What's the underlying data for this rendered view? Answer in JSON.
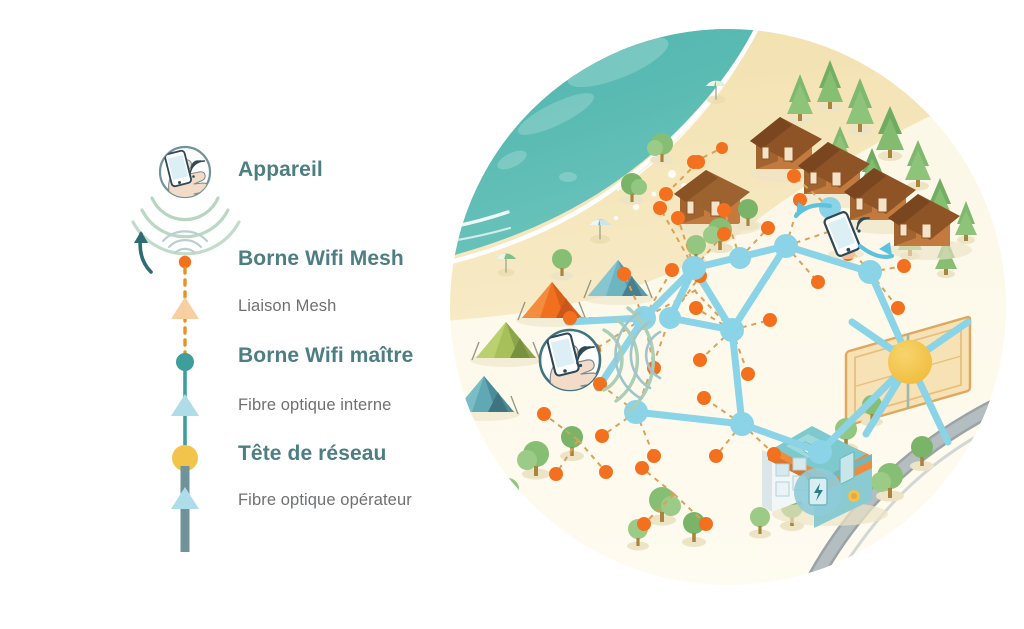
{
  "page": {
    "title": "Schéma réseau Wifi Mesh camping",
    "background": "#ffffff"
  },
  "colors": {
    "heading": "#4C7E83",
    "subtext": "#6F7072",
    "mesh_node_orange": "#F3701E",
    "master_node_teal": "#3D9E9B",
    "head_node_yellow": "#F3C44B",
    "link_blue": "#8BD3E6",
    "fiber_grey_teal": "#6F9399",
    "arrow_light_blue": "#AFDCE9",
    "arrow_peach": "#F8CFA3",
    "wave_green": "#A9CFB6",
    "sea_teal": "#55B7B0",
    "sand": "#F3E3B4",
    "ground_cream": "#FCF6E4",
    "cabin_brown": "#B5662F",
    "road_grey": "#9AA3A6"
  },
  "legend": {
    "items": [
      {
        "id": "appareil",
        "label": "Appareil",
        "kind": "major",
        "marker": "device-phone-icon"
      },
      {
        "id": "borne-mesh",
        "label": "Borne Wifi Mesh",
        "kind": "major",
        "marker": "orange-dot"
      },
      {
        "id": "liaison-mesh",
        "label": "Liaison Mesh",
        "kind": "minor",
        "marker": "orange-dashed-line"
      },
      {
        "id": "borne-maitre",
        "label": "Borne Wifi maître",
        "kind": "major",
        "marker": "teal-dot"
      },
      {
        "id": "fibre-interne",
        "label": "Fibre optique interne",
        "kind": "minor",
        "marker": "teal-line"
      },
      {
        "id": "tete-reseau",
        "label": "Tête de réseau",
        "kind": "major",
        "marker": "yellow-dot"
      },
      {
        "id": "fibre-op",
        "label": "Fibre optique opérateur",
        "kind": "minor",
        "marker": "thick-grey-teal-line"
      }
    ]
  },
  "map": {
    "description": "Vue aérienne circulaire d'un camping en bord de mer avec réseau Wifi Mesh",
    "features": [
      "sea",
      "beach",
      "parasols",
      "tents",
      "cabins",
      "pine-forest",
      "reception-building",
      "tennis-court",
      "road",
      "trees"
    ],
    "network": {
      "master_nodes_label": "Bornes Wifi maître",
      "mesh_nodes_label": "Bornes Wifi Mesh",
      "head_node_label": "Tête de réseau",
      "master_node_count": 11,
      "mesh_node_count": 38,
      "head_node_count": 1
    },
    "roaming": {
      "device_label": "Appareil en itinérance",
      "arrow_count": 2
    }
  }
}
